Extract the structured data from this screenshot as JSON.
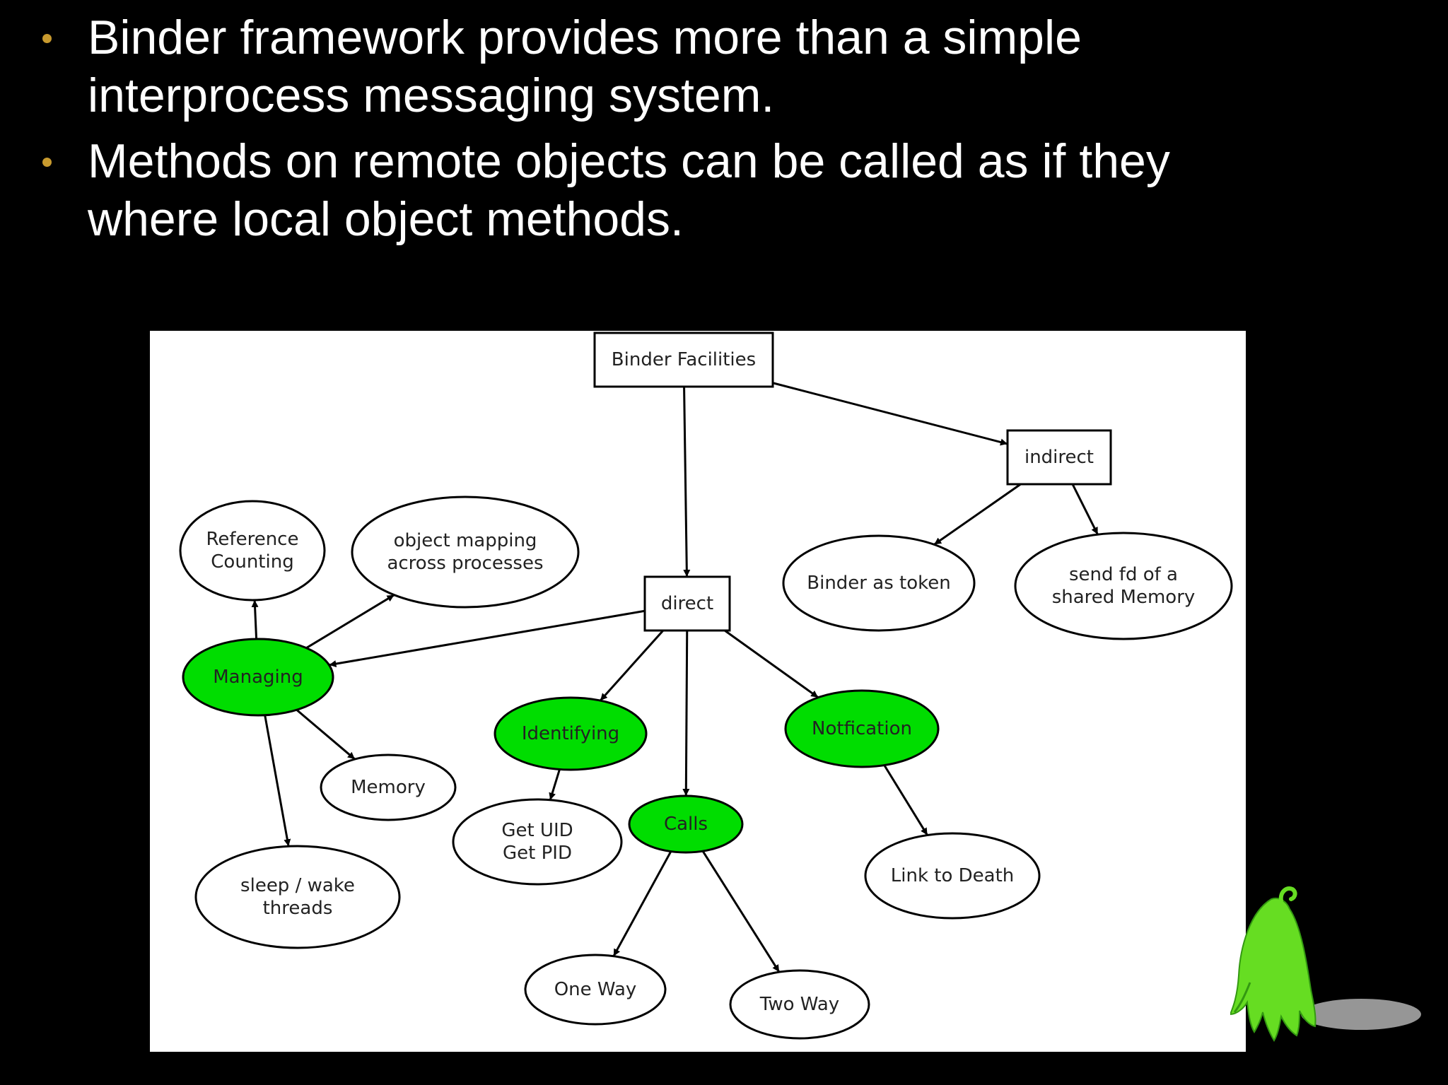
{
  "bullets": [
    {
      "lines": [
        "Binder framework provides more than a simple",
        "interprocess messaging system."
      ]
    },
    {
      "lines": [
        "Methods on remote objects can be called as if they",
        "where local object methods."
      ]
    }
  ],
  "diagram": {
    "colors": {
      "highlight_fill": "#00dd00",
      "node_fill": "#ffffff",
      "stroke": "#000000",
      "panel": "#ffffff"
    },
    "nodes": [
      {
        "id": "binder-facilities",
        "shape": "box",
        "lines": [
          "Binder Facilities"
        ]
      },
      {
        "id": "indirect",
        "shape": "box",
        "lines": [
          "indirect"
        ]
      },
      {
        "id": "direct",
        "shape": "box",
        "lines": [
          "direct"
        ]
      },
      {
        "id": "reference-counting",
        "shape": "ellipse",
        "lines": [
          "Reference",
          "Counting"
        ]
      },
      {
        "id": "object-mapping",
        "shape": "ellipse",
        "lines": [
          "object mapping",
          "across processes"
        ]
      },
      {
        "id": "binder-as-token",
        "shape": "ellipse",
        "lines": [
          "Binder as token"
        ]
      },
      {
        "id": "send-fd",
        "shape": "ellipse",
        "lines": [
          "send fd of a",
          "shared Memory"
        ]
      },
      {
        "id": "managing",
        "shape": "ellipse",
        "highlight": true,
        "lines": [
          "Managing"
        ]
      },
      {
        "id": "identifying",
        "shape": "ellipse",
        "highlight": true,
        "lines": [
          "Identifying"
        ]
      },
      {
        "id": "notification",
        "shape": "ellipse",
        "highlight": true,
        "lines": [
          "Notfication"
        ]
      },
      {
        "id": "memory",
        "shape": "ellipse",
        "lines": [
          "Memory"
        ]
      },
      {
        "id": "get-uid-pid",
        "shape": "ellipse",
        "lines": [
          "Get UID",
          "Get PID"
        ]
      },
      {
        "id": "calls",
        "shape": "ellipse",
        "highlight": true,
        "lines": [
          "Calls"
        ]
      },
      {
        "id": "sleep-wake",
        "shape": "ellipse",
        "lines": [
          "sleep / wake",
          "threads"
        ]
      },
      {
        "id": "link-to-death",
        "shape": "ellipse",
        "lines": [
          "Link to Death"
        ]
      },
      {
        "id": "one-way",
        "shape": "ellipse",
        "lines": [
          "One Way"
        ]
      },
      {
        "id": "two-way",
        "shape": "ellipse",
        "lines": [
          "Two Way"
        ]
      }
    ],
    "edges": [
      {
        "from": "binder-facilities",
        "to": "indirect"
      },
      {
        "from": "binder-facilities",
        "to": "direct"
      },
      {
        "from": "indirect",
        "to": "binder-as-token"
      },
      {
        "from": "indirect",
        "to": "send-fd"
      },
      {
        "from": "direct",
        "to": "managing"
      },
      {
        "from": "direct",
        "to": "identifying"
      },
      {
        "from": "direct",
        "to": "calls"
      },
      {
        "from": "direct",
        "to": "notification"
      },
      {
        "from": "managing",
        "to": "reference-counting"
      },
      {
        "from": "managing",
        "to": "object-mapping"
      },
      {
        "from": "managing",
        "to": "memory"
      },
      {
        "from": "managing",
        "to": "sleep-wake"
      },
      {
        "from": "identifying",
        "to": "get-uid-pid"
      },
      {
        "from": "notification",
        "to": "link-to-death"
      },
      {
        "from": "calls",
        "to": "one-way"
      },
      {
        "from": "calls",
        "to": "two-way"
      }
    ]
  },
  "mascot": {
    "icon": "android-ghost-mascot-icon",
    "color": "#66dd22"
  }
}
